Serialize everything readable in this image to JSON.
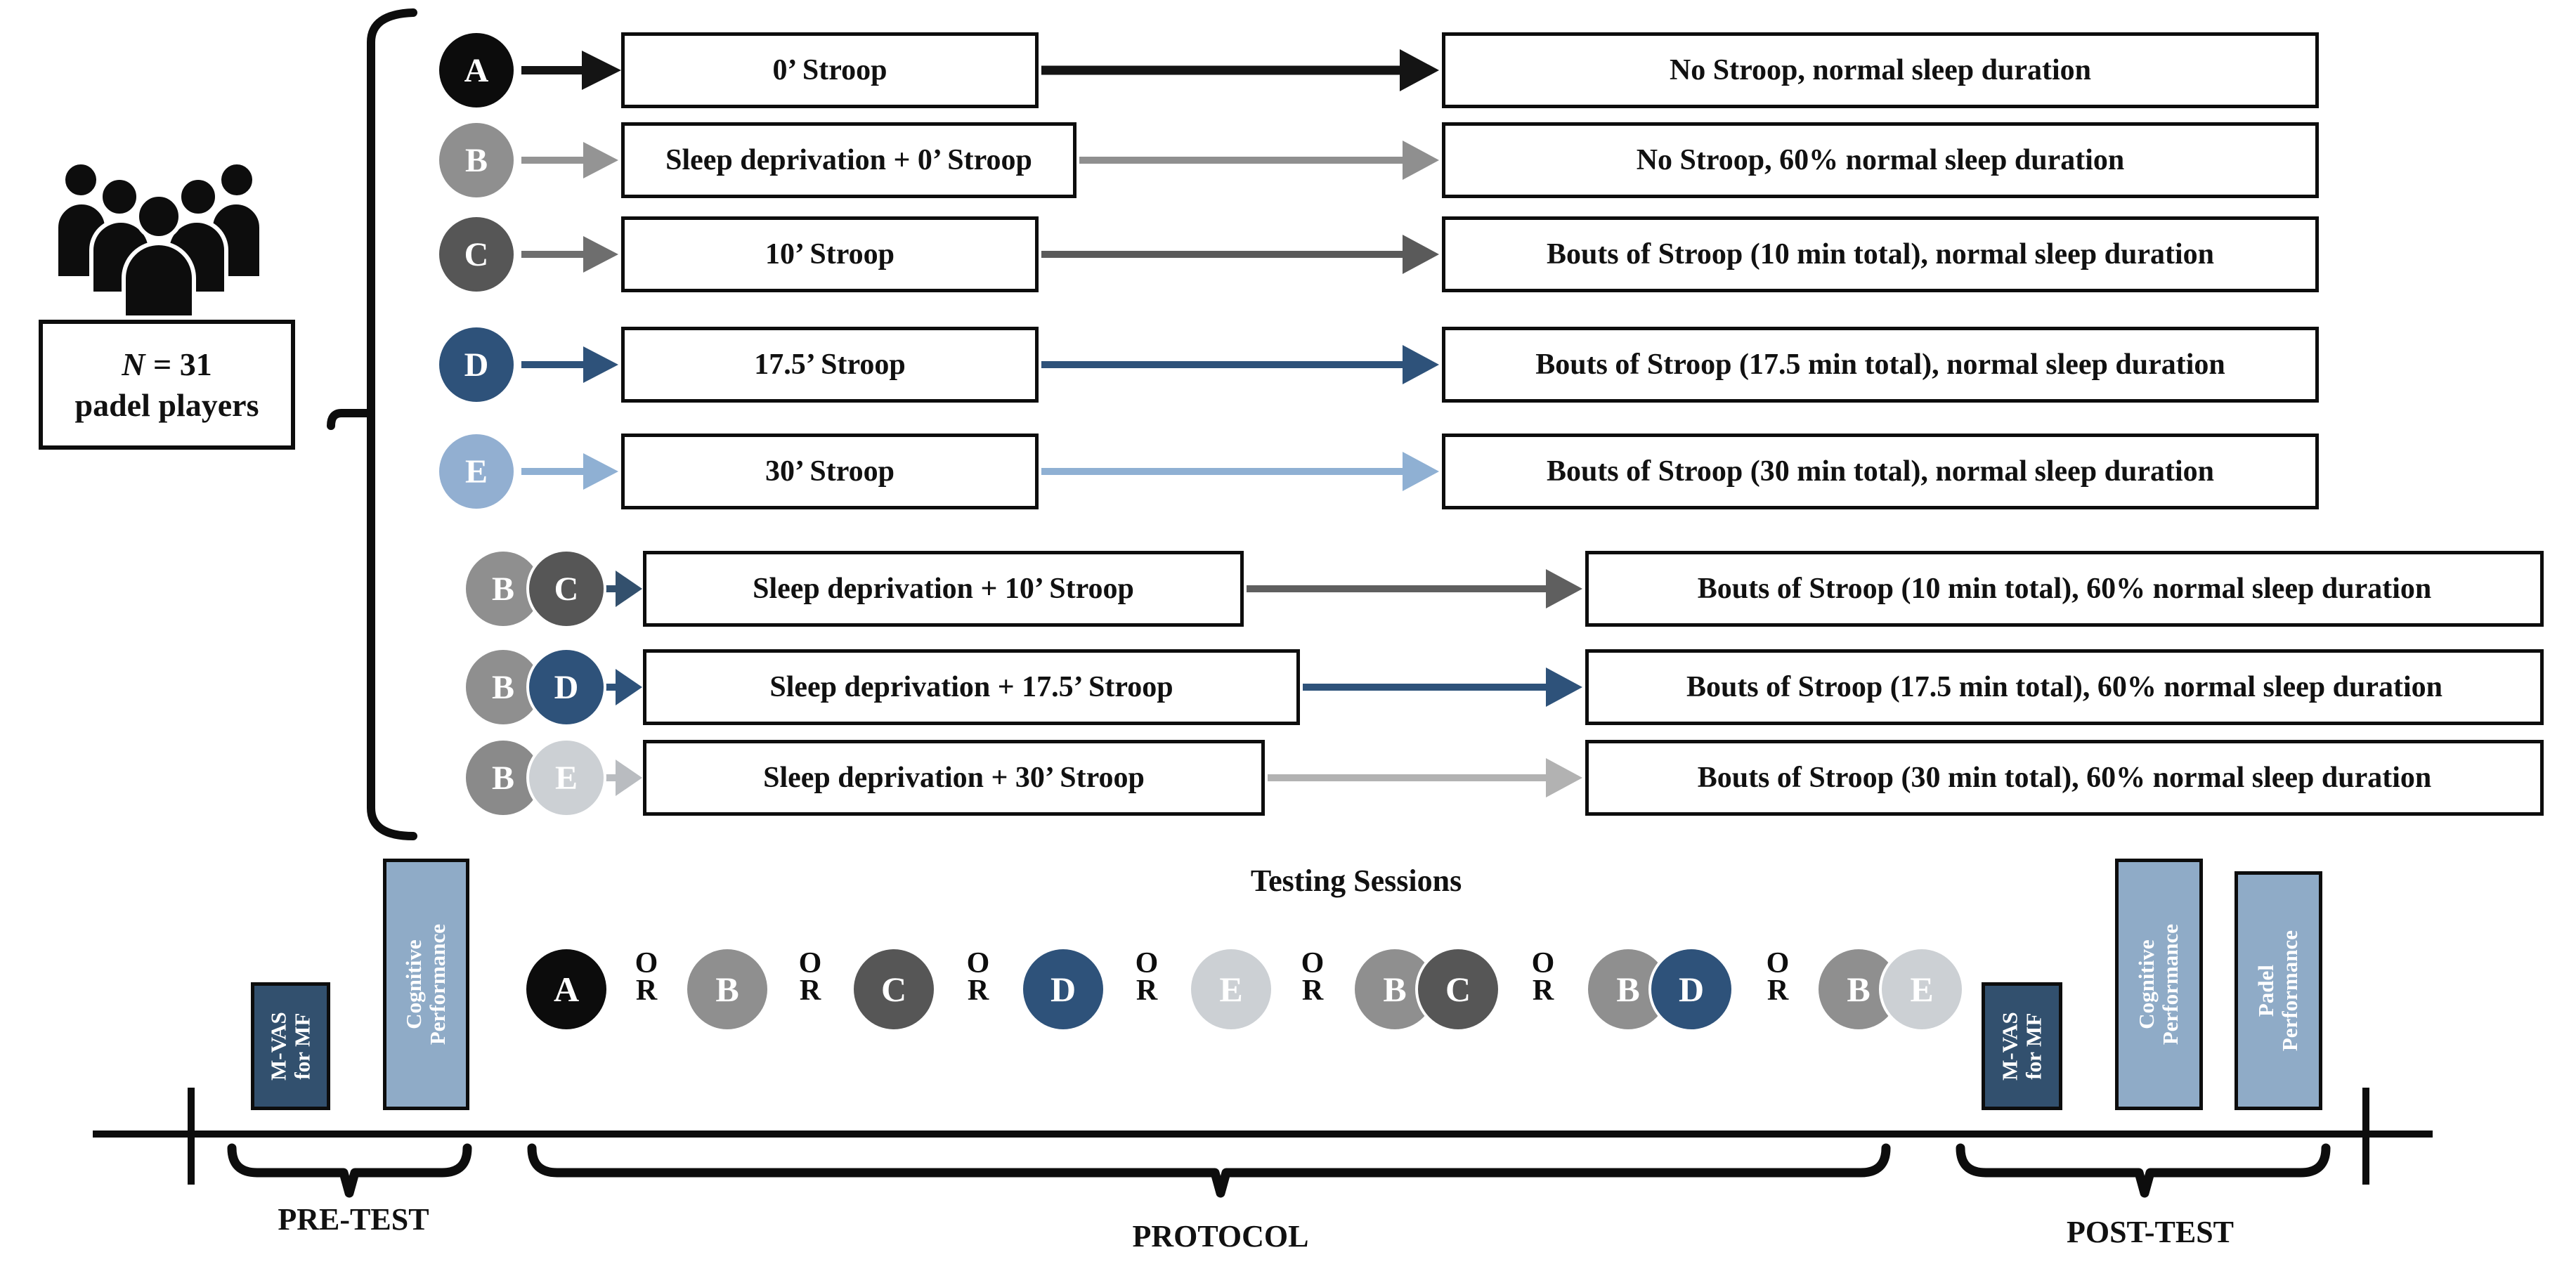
{
  "population": {
    "icon": "people-group-icon",
    "n_symbol": "N",
    "n_rest": " = 31",
    "line2": "padel players"
  },
  "conditions": [
    {
      "id": "A",
      "circles": [
        "A"
      ],
      "task": "0’ Stroop",
      "outcome": "No Stroop, normal sleep duration"
    },
    {
      "id": "B",
      "circles": [
        "B"
      ],
      "task": "Sleep deprivation + 0’ Stroop",
      "outcome": "No Stroop, 60% normal sleep duration"
    },
    {
      "id": "C",
      "circles": [
        "C"
      ],
      "task": "10’ Stroop",
      "outcome": "Bouts of Stroop (10 min total), normal sleep duration"
    },
    {
      "id": "D",
      "circles": [
        "D"
      ],
      "task": "17.5’ Stroop",
      "outcome": "Bouts of Stroop (17.5 min total), normal sleep duration"
    },
    {
      "id": "E",
      "circles": [
        "E"
      ],
      "task": "30’ Stroop",
      "outcome": "Bouts of Stroop (30 min total), normal sleep duration"
    },
    {
      "id": "BC",
      "circles": [
        "B",
        "C"
      ],
      "task": "Sleep deprivation + 10’ Stroop",
      "outcome": "Bouts of Stroop (10 min total), 60% normal sleep duration"
    },
    {
      "id": "BD",
      "circles": [
        "B",
        "D"
      ],
      "task": "Sleep deprivation + 17.5’ Stroop",
      "outcome": "Bouts of Stroop (17.5 min total), 60% normal sleep duration"
    },
    {
      "id": "BE",
      "circles": [
        "B",
        "E"
      ],
      "task": "Sleep deprivation + 30’ Stroop",
      "outcome": "Bouts of Stroop (30 min total), 60% normal sleep duration"
    }
  ],
  "timeline": {
    "testing_sessions_label": "Testing Sessions",
    "or_label": "OR",
    "sessions": [
      {
        "letters": [
          "A"
        ]
      },
      {
        "letters": [
          "B"
        ]
      },
      {
        "letters": [
          "C"
        ]
      },
      {
        "letters": [
          "D"
        ]
      },
      {
        "letters": [
          "E"
        ]
      },
      {
        "letters": [
          "B",
          "C"
        ]
      },
      {
        "letters": [
          "B",
          "D"
        ]
      },
      {
        "letters": [
          "B",
          "E"
        ]
      }
    ],
    "pretest": {
      "label": "PRE-TEST",
      "boxes": [
        {
          "line1": "M-VAS",
          "line2": "for MF"
        },
        {
          "line1": "Cognitive",
          "line2": "Performance"
        }
      ]
    },
    "protocol_label": "PROTOCOL",
    "posttest": {
      "label": "POST-TEST",
      "boxes": [
        {
          "line1": "M-VAS",
          "line2": "for MF"
        },
        {
          "line1": "Cognitive",
          "line2": "Performance"
        },
        {
          "line1": "Padel",
          "line2": "Performance"
        }
      ]
    }
  },
  "palette": {
    "circle_A": "#0c0c0c",
    "circle_B": "#8f8f8f",
    "circle_C": "#565656",
    "circle_D": "#2e527a",
    "circle_E_blue": "#92afd1",
    "circle_E_light": "#ccd0d4",
    "navy_box": "#32506e",
    "blue_box": "#8fabc7",
    "arrow_gray": "#8f8f8f",
    "arrow_dark_gray": "#5a5a5a",
    "arrow_steel_blue": "#2e527a",
    "arrow_light_steel": "#8fb0d3",
    "arrow_light_gray": "#b2b2b2",
    "line_black": "#0d0d0d"
  }
}
